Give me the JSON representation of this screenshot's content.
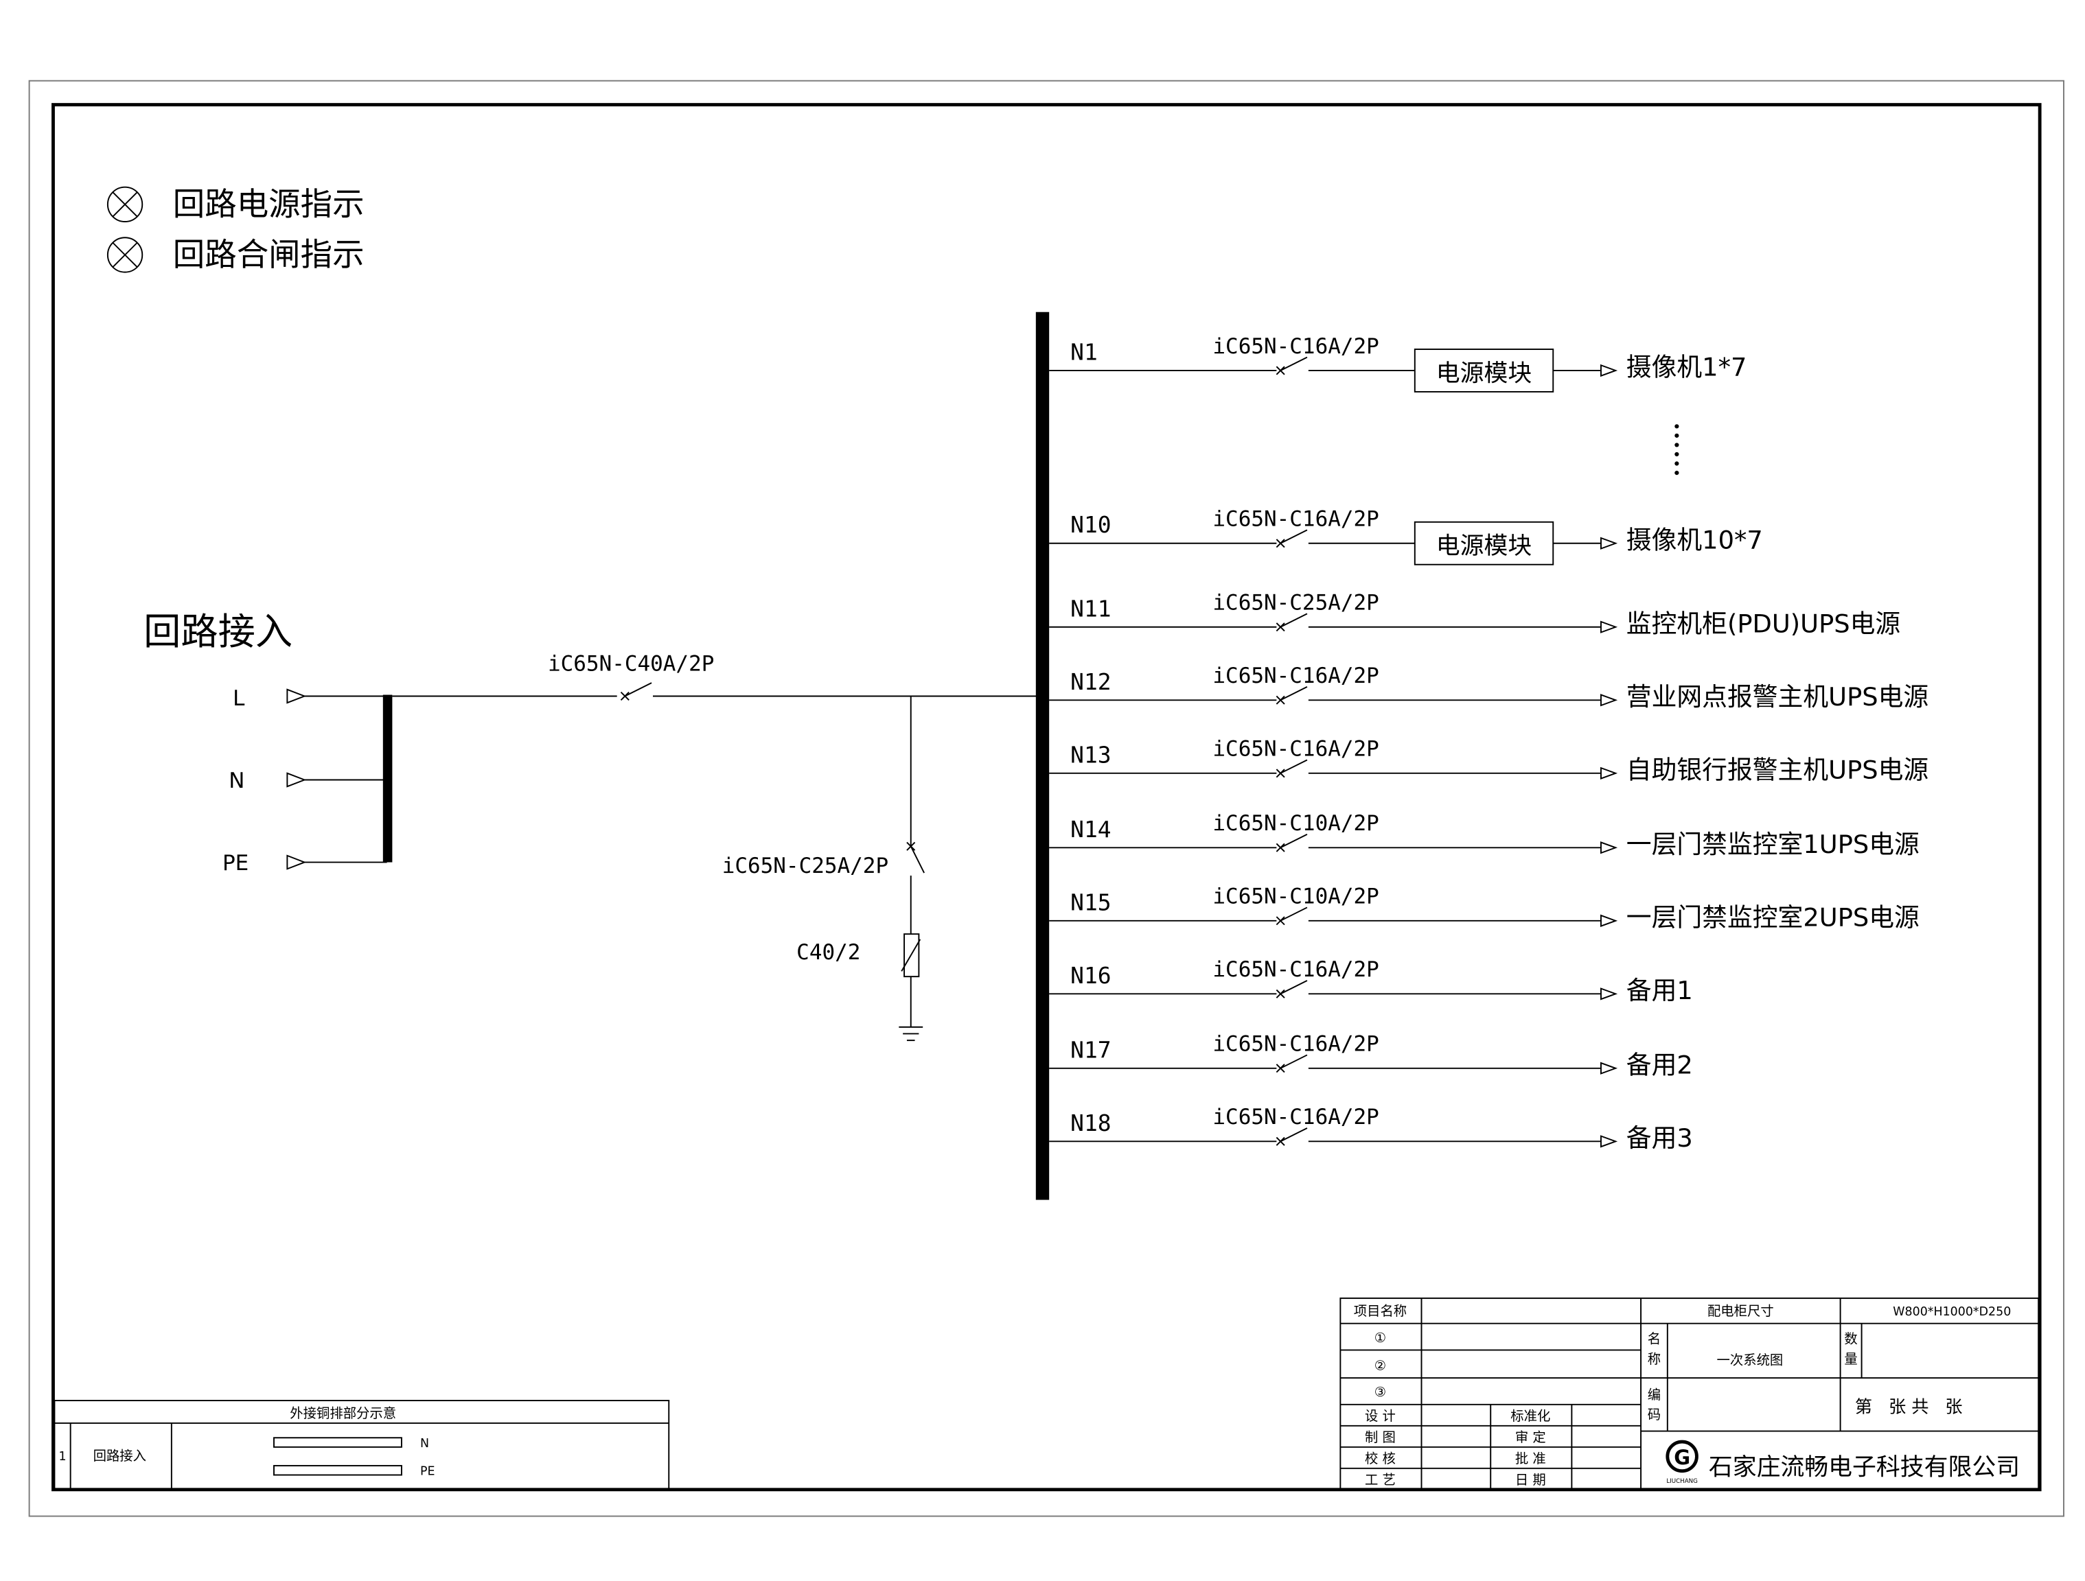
{
  "legend": {
    "items": [
      {
        "icon": "indicator-lamp-icon",
        "label": "回路电源指示"
      },
      {
        "icon": "indicator-lamp-icon",
        "label": "回路合闸指示"
      }
    ]
  },
  "incoming": {
    "title": "回路接入",
    "terminals": [
      "L",
      "N",
      "PE"
    ],
    "main_breaker": "iC65N-C40A/2P",
    "spd_breaker": "iC65N-C25A/2P",
    "spd_label": "C40/2"
  },
  "circuits": [
    {
      "id": "N1",
      "breaker": "iC65N-C16A/2P",
      "module": "电源模块",
      "load": "摄像机1*7"
    },
    {
      "id": "N10",
      "breaker": "iC65N-C16A/2P",
      "module": "电源模块",
      "load": "摄像机10*7"
    },
    {
      "id": "N11",
      "breaker": "iC65N-C25A/2P",
      "module": "",
      "load": "监控机柜(PDU)UPS电源"
    },
    {
      "id": "N12",
      "breaker": "iC65N-C16A/2P",
      "module": "",
      "load": "营业网点报警主机UPS电源"
    },
    {
      "id": "N13",
      "breaker": "iC65N-C16A/2P",
      "module": "",
      "load": "自助银行报警主机UPS电源"
    },
    {
      "id": "N14",
      "breaker": "iC65N-C10A/2P",
      "module": "",
      "load": "一层门禁监控室1UPS电源"
    },
    {
      "id": "N15",
      "breaker": "iC65N-C10A/2P",
      "module": "",
      "load": "一层门禁监控室2UPS电源"
    },
    {
      "id": "N16",
      "breaker": "iC65N-C16A/2P",
      "module": "",
      "load": "备用1"
    },
    {
      "id": "N17",
      "breaker": "iC65N-C16A/2P",
      "module": "",
      "load": "备用2"
    },
    {
      "id": "N18",
      "breaker": "iC65N-C16A/2P",
      "module": "",
      "load": "备用3"
    }
  ],
  "busbar_table": {
    "title": "外接铜排部分示意",
    "row_no": "1",
    "row_name": "回路接入",
    "bars": [
      "N",
      "PE"
    ]
  },
  "title_block": {
    "project_name_label": "项目名称",
    "rev_marks": [
      "①",
      "②",
      "③"
    ],
    "cabinet_size_label": "配电柜尺寸",
    "cabinet_size_value": "W800*H1000*D250",
    "name_label": "名称",
    "name_value": "一次系统图",
    "qty_label": "数量",
    "code_label": "编码",
    "sheet_text": "第   张 共   张",
    "roles_left": [
      "设 计",
      "制 图",
      "校 核",
      "工 艺"
    ],
    "roles_right": [
      "标准化",
      "审 定",
      "批 准",
      "日 期"
    ],
    "company": "石家庄流畅电子科技有限公司",
    "logo_letter": "G",
    "logo_sub": "LIUCHANG"
  }
}
